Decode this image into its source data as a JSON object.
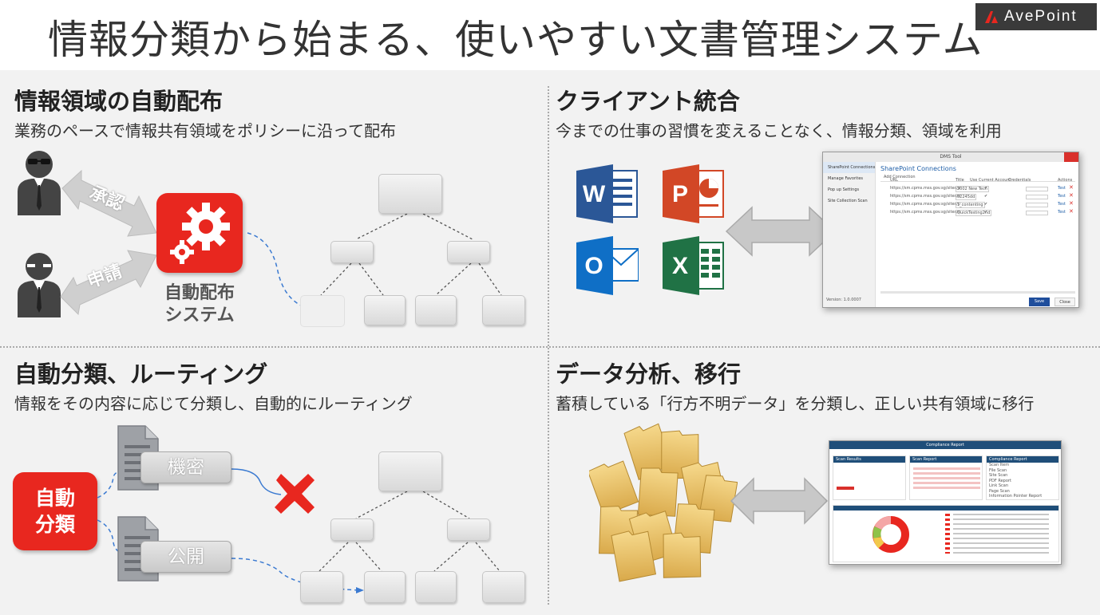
{
  "header": {
    "title": "情報分類から始まる、使いやすい文書管理システム",
    "logo_text": "AvePoint"
  },
  "q1": {
    "title": "情報領域の自動配布",
    "subtitle": "業務のペースで情報共有領域をポリシーに沿って配布",
    "approve_label": "承認",
    "request_label": "申請",
    "system_label_line1": "自動配布",
    "system_label_line2": "システム"
  },
  "q2": {
    "title": "クライアント統合",
    "subtitle": "今までの仕事の習慣を変えることなく、情報分類、領域を利用",
    "apps": [
      "W",
      "P",
      "O",
      "X"
    ],
    "dms": {
      "window_title": "DMS Tool",
      "sidebar": [
        "SharePoint Connections",
        "Manage Favorites",
        "Pop up Settings",
        "Site Collection Scan"
      ],
      "version": "Version: 1.0.0007",
      "heading": "SharePoint Connections",
      "add_connection": "Add Connection",
      "columns": [
        "URL",
        "Title",
        "Use Current Account",
        "Credentials",
        "Actions"
      ],
      "rows": [
        {
          "url": "https://sm.cpms.mss.gov.sg/sites/0",
          "title": "2002 New Tech",
          "action": "Test"
        },
        {
          "url": "https://sm.cpms.mss.gov.sg/sites/0",
          "title": "02245dd",
          "action": "Test"
        },
        {
          "url": "https://sm.cpms.mss.gov.sg/sites/0",
          "title": "1_contenting",
          "action": "Test"
        },
        {
          "url": "https://sm.cpms.mss.gov.sg/sites/0",
          "title": "QuickTesting2nd",
          "action": "Test"
        }
      ],
      "save_label": "Save",
      "close_label": "Close"
    }
  },
  "q3": {
    "title": "自動分類、ルーティング",
    "subtitle": "情報をその内容に応じて分類し、自動的にルーティング",
    "box_line1": "自動",
    "box_line2": "分類",
    "confidential_label": "機密",
    "public_label": "公開"
  },
  "q4": {
    "title": "データ分析、移行",
    "subtitle": "蓄積している「行方不明データ」を分類し、正しい共有領域に移行",
    "report": {
      "header_title": "Compliance Report",
      "panel1_title": "Scan Results",
      "panel2_title": "Scan Report",
      "panel3_title": "Compliance Report",
      "panel3_items": [
        "Scan Item",
        "File Scan",
        "Site Scan",
        "PDF Report",
        "Link Scan",
        "Page Scan",
        "Information Pointer Report"
      ]
    }
  },
  "colors": {
    "accent_red": "#e8271f",
    "word_blue": "#2b5797",
    "ppt_red": "#d24726",
    "outlook_blue": "#0f6fc6",
    "excel_green": "#207245"
  }
}
